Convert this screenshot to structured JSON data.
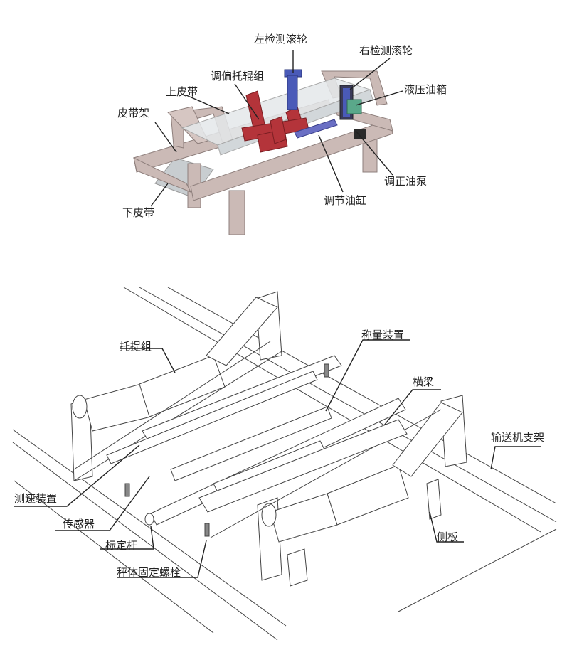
{
  "top_diagram": {
    "labels": {
      "left_roller": "左检测滚轮",
      "right_roller": "右检测滚轮",
      "adjust_idler": "调偏托辊组",
      "upper_belt": "上皮带",
      "belt_frame": "皮带架",
      "hydraulic_tank": "液压油箱",
      "correction_pump": "调正油泵",
      "adjust_cylinder": "调节油缸",
      "lower_belt": "下皮带"
    }
  },
  "bottom_diagram": {
    "labels": {
      "idler_group": "托提组",
      "weighing_device": "称量装置",
      "crossbeam": "横梁",
      "conveyor_frame": "输送机支架",
      "speed_device": "测速装置",
      "sensor": "传感器",
      "calibration_rod": "标定杆",
      "side_plate": "侧板",
      "scale_bolt": "秤体固定螺栓"
    }
  },
  "colors": {
    "frame": "#c9b8b4",
    "idler_red": "#b4343a",
    "roller_blue": "#4a5ab8",
    "tank_green": "#5aa88a",
    "belt": "#d8dde0",
    "line": "#333333"
  }
}
